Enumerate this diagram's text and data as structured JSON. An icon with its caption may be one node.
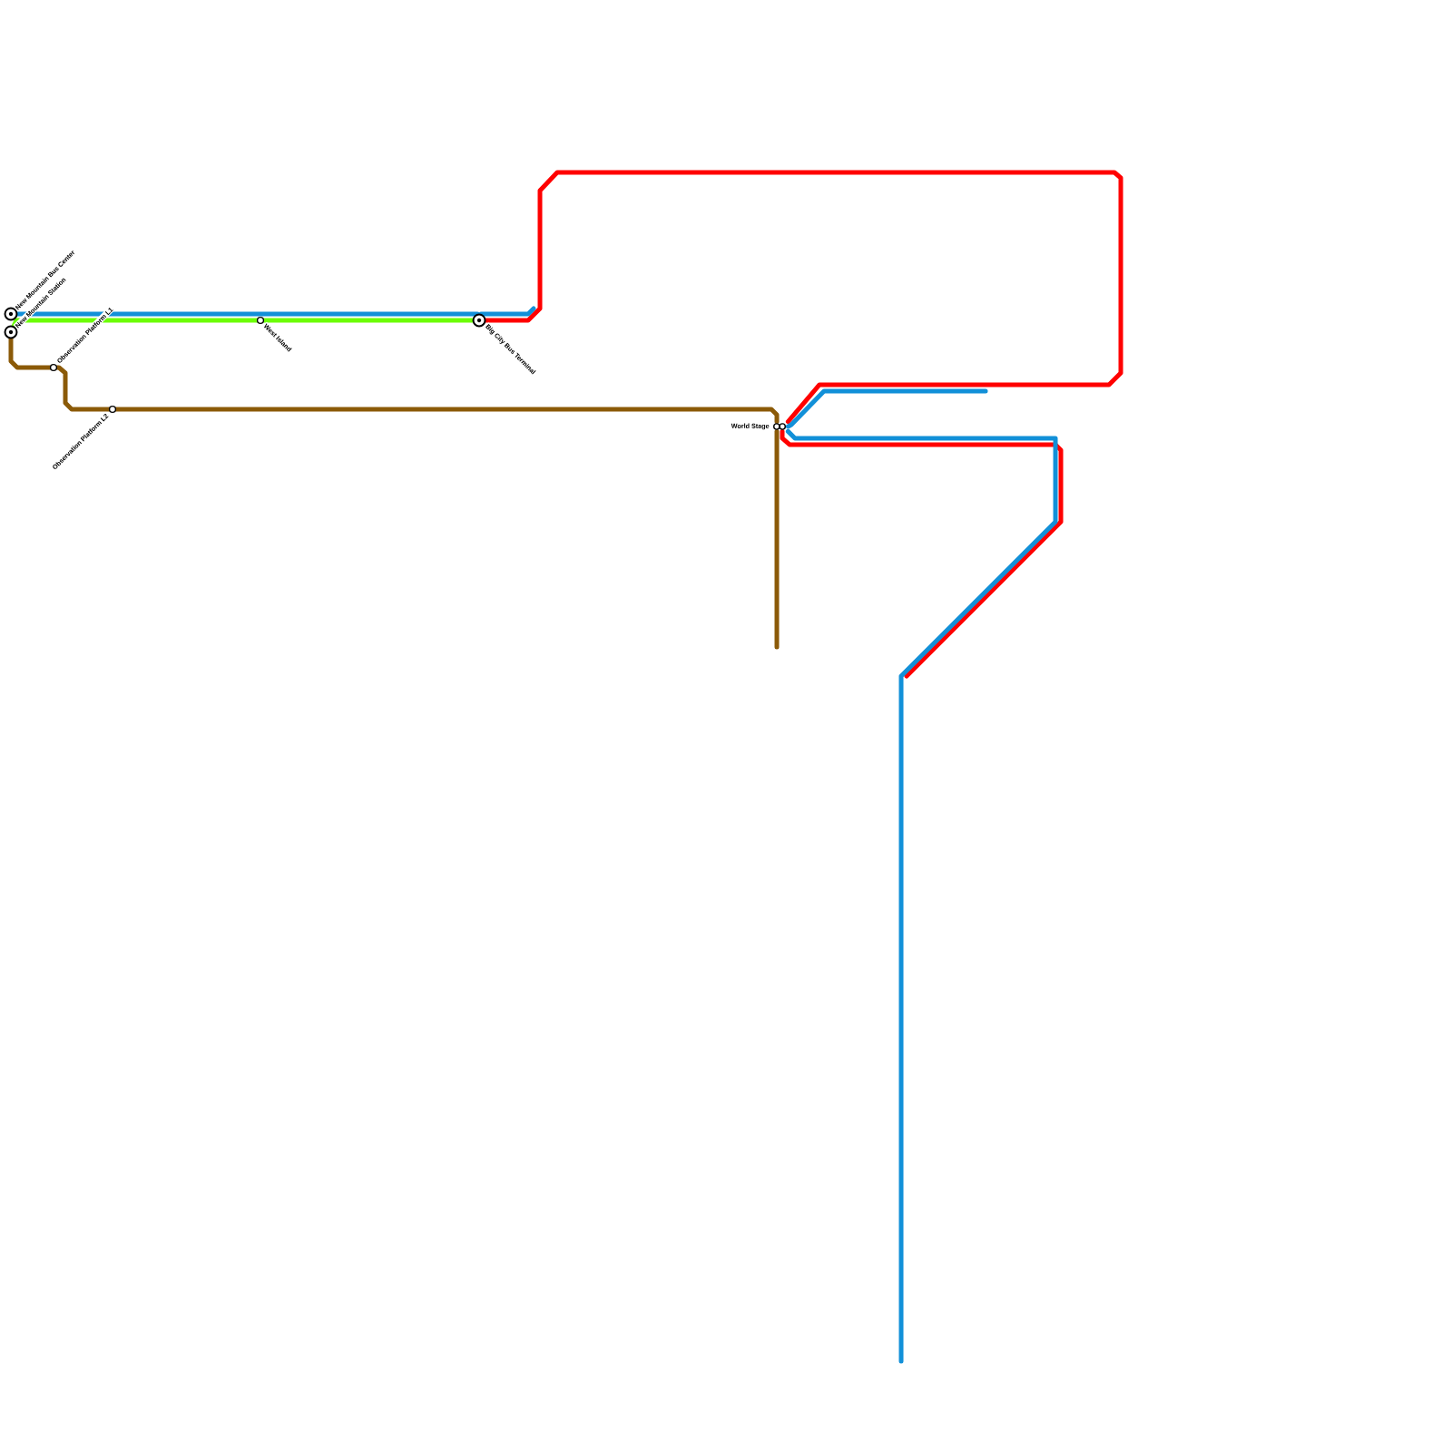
{
  "diagram": {
    "nodes": [
      {
        "text": [
          "New Mountain Bus Center"
        ]
      },
      {
        "text": [
          "New Mountain Station"
        ]
      },
      {
        "text": [
          "Observation Platform L1"
        ]
      },
      {
        "text": [
          "Observation Platform L2"
        ]
      },
      {
        "text": [
          "West Island"
        ]
      },
      {
        "text": [
          "Big City Bus Terminal"
        ]
      },
      {
        "text": [
          "World Stage"
        ]
      }
    ],
    "edges": [
      {
        "from": 0,
        "to": 5,
        "arrow": "none",
        "color": "#1290d8"
      },
      {
        "from": 1,
        "to": 4,
        "arrow": "none",
        "color": "#6dfd07"
      },
      {
        "from": 4,
        "to": 5,
        "arrow": "none",
        "color": "#6dfd07"
      },
      {
        "from": 5,
        "to": 6,
        "arrow": "none",
        "color": "#ff0000"
      },
      {
        "from": 6,
        "to": null,
        "arrow": "none",
        "color": "#ff0000"
      },
      {
        "from": 1,
        "to": 2,
        "arrow": "none",
        "color": "#8b5a08"
      },
      {
        "from": 2,
        "to": 3,
        "arrow": "none",
        "color": "#8b5a08"
      },
      {
        "from": 3,
        "to": 6,
        "arrow": "none",
        "color": "#8b5a08"
      },
      {
        "from": 6,
        "to": null,
        "arrow": "none",
        "color": "#8b5a08"
      },
      {
        "from": 6,
        "to": null,
        "arrow": "none",
        "color": "#1290d8"
      },
      {
        "from": 6,
        "to": null,
        "arrow": "none",
        "color": "#1290d8"
      },
      {
        "from": 5,
        "to": null,
        "arrow": "none",
        "color": "#1290d8"
      }
    ]
  }
}
